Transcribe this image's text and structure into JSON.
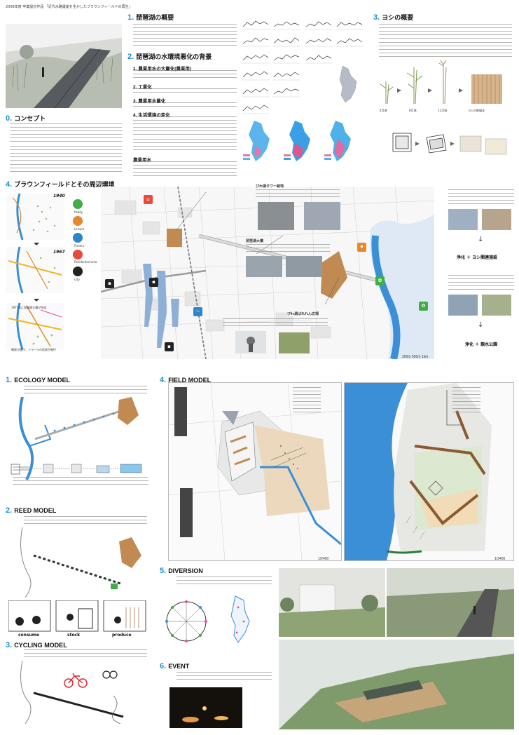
{
  "header": {
    "line": "2008年度 卒業設計作品 「近代水路遺産を生かしたブラウンフィールドの再生」"
  },
  "sections": {
    "s1": {
      "num": "1.",
      "title": "琵琶湖の概要"
    },
    "s2": {
      "num": "2.",
      "title": "琵琶湖の水環境悪化の背景",
      "subs": [
        "1. 農業用水の大量化(農業用)",
        "2. 工業化",
        "3. 農業用水量化",
        "4. 生活環境の変化",
        "農業用水"
      ]
    },
    "s3": {
      "num": "3.",
      "title": "ヨシの概要"
    },
    "s0": {
      "num": "0.",
      "title": "コンセプト"
    },
    "s4": {
      "num": "4.",
      "title": "ブラウンフィールドとその周辺環境"
    }
  },
  "reed_growth": [
    "4月頃",
    "6月頃",
    "11月頃",
    "ヨシの乾燥化"
  ],
  "map_years": [
    "1940",
    "1967",
    "1977年に琵琶湖大橋が完成",
    "開発が進行、トラールの造成が進行"
  ],
  "map_legend": [
    "Paddy",
    "Leisure",
    "Fishery",
    "Residential area",
    "City"
  ],
  "map_labels": [
    "びわ湖タワー跡地",
    "琵琶湖大橋",
    "びわ湖ばれれん広場"
  ],
  "map_result_top": "浄化 ＋ ヨシ関連施設",
  "map_result_bottom": "浄化 ＋ 親水公園",
  "map_scale": "200m 500m 1km",
  "models": {
    "m1": {
      "num": "1.",
      "title": "ECOLOGY MODEL"
    },
    "m2": {
      "num": "2.",
      "title": "REED MODEL",
      "labels": [
        "consume",
        "stock",
        "produce"
      ]
    },
    "m3": {
      "num": "3.",
      "title": "CYCLING MODEL"
    },
    "m4": {
      "num": "4.",
      "title": "FIELD MODEL",
      "scale_left": "1/2400",
      "scale_right": "1/3400"
    },
    "m5": {
      "num": "5.",
      "title": "DIVERSION"
    },
    "m6": {
      "num": "6.",
      "title": "EVENT"
    }
  },
  "colors": {
    "lake": "#3a8fd6",
    "brown": "#c18a52",
    "road": "#b9b9b9",
    "accent": "#1a8fd0"
  }
}
